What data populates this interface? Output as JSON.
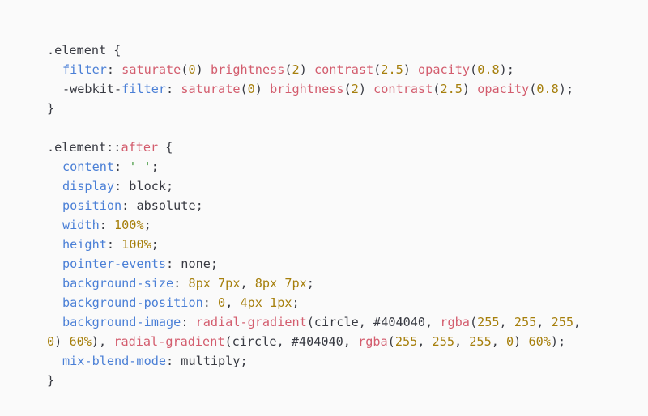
{
  "lines": [
    [
      {
        "t": ".element {",
        "k": "txt"
      }
    ],
    [
      {
        "t": "filter",
        "k": "prop"
      },
      {
        "t": ": ",
        "k": "txt"
      },
      {
        "t": "saturate",
        "k": "fn"
      },
      {
        "t": "(",
        "k": "txt"
      },
      {
        "t": "0",
        "k": "num"
      },
      {
        "t": ") ",
        "k": "txt"
      },
      {
        "t": "brightness",
        "k": "fn"
      },
      {
        "t": "(",
        "k": "txt"
      },
      {
        "t": "2",
        "k": "num"
      },
      {
        "t": ") ",
        "k": "txt"
      },
      {
        "t": "contrast",
        "k": "fn"
      },
      {
        "t": "(",
        "k": "txt"
      },
      {
        "t": "2.5",
        "k": "num"
      },
      {
        "t": ") ",
        "k": "txt"
      },
      {
        "t": "opacity",
        "k": "fn"
      },
      {
        "t": "(",
        "k": "txt"
      },
      {
        "t": "0.8",
        "k": "num"
      },
      {
        "t": ");",
        "k": "txt"
      }
    ],
    [
      {
        "t": "-webkit-",
        "k": "txt"
      },
      {
        "t": "filter",
        "k": "prop"
      },
      {
        "t": ": ",
        "k": "txt"
      },
      {
        "t": "saturate",
        "k": "fn"
      },
      {
        "t": "(",
        "k": "txt"
      },
      {
        "t": "0",
        "k": "num"
      },
      {
        "t": ") ",
        "k": "txt"
      },
      {
        "t": "brightness",
        "k": "fn"
      },
      {
        "t": "(",
        "k": "txt"
      },
      {
        "t": "2",
        "k": "num"
      },
      {
        "t": ") ",
        "k": "txt"
      },
      {
        "t": "contrast",
        "k": "fn"
      },
      {
        "t": "(",
        "k": "txt"
      },
      {
        "t": "2.5",
        "k": "num"
      },
      {
        "t": ") ",
        "k": "txt"
      },
      {
        "t": "opacity",
        "k": "fn"
      },
      {
        "t": "(",
        "k": "txt"
      },
      {
        "t": "0.8",
        "k": "num"
      },
      {
        "t": ");",
        "k": "txt"
      }
    ],
    [
      {
        "t": "}",
        "k": "txt"
      }
    ],
    [],
    [
      {
        "t": ".element::",
        "k": "txt"
      },
      {
        "t": "after",
        "k": "fn"
      },
      {
        "t": " {",
        "k": "txt"
      }
    ],
    [
      {
        "t": "content",
        "k": "prop"
      },
      {
        "t": ": ",
        "k": "txt"
      },
      {
        "t": "' '",
        "k": "str"
      },
      {
        "t": ";",
        "k": "txt"
      }
    ],
    [
      {
        "t": "display",
        "k": "prop"
      },
      {
        "t": ": block;",
        "k": "txt"
      }
    ],
    [
      {
        "t": "position",
        "k": "prop"
      },
      {
        "t": ": absolute;",
        "k": "txt"
      }
    ],
    [
      {
        "t": "width",
        "k": "prop"
      },
      {
        "t": ": ",
        "k": "txt"
      },
      {
        "t": "100%",
        "k": "num"
      },
      {
        "t": ";",
        "k": "txt"
      }
    ],
    [
      {
        "t": "height",
        "k": "prop"
      },
      {
        "t": ": ",
        "k": "txt"
      },
      {
        "t": "100%",
        "k": "num"
      },
      {
        "t": ";",
        "k": "txt"
      }
    ],
    [
      {
        "t": "pointer-events",
        "k": "prop"
      },
      {
        "t": ": none;",
        "k": "txt"
      }
    ],
    [
      {
        "t": "background-size",
        "k": "prop"
      },
      {
        "t": ": ",
        "k": "txt"
      },
      {
        "t": "8px 7px",
        "k": "num"
      },
      {
        "t": ", ",
        "k": "txt"
      },
      {
        "t": "8px 7px",
        "k": "num"
      },
      {
        "t": ";",
        "k": "txt"
      }
    ],
    [
      {
        "t": "background-position",
        "k": "prop"
      },
      {
        "t": ": ",
        "k": "txt"
      },
      {
        "t": "0",
        "k": "num"
      },
      {
        "t": ", ",
        "k": "txt"
      },
      {
        "t": "4px 1px",
        "k": "num"
      },
      {
        "t": ";",
        "k": "txt"
      }
    ],
    [
      {
        "t": "background-image",
        "k": "prop"
      },
      {
        "t": ": ",
        "k": "txt"
      },
      {
        "t": "radial-gradient",
        "k": "fn"
      },
      {
        "t": "(circle, #404040, ",
        "k": "txt"
      },
      {
        "t": "rgba",
        "k": "fn"
      },
      {
        "t": "(",
        "k": "txt"
      },
      {
        "t": "255",
        "k": "num"
      },
      {
        "t": ", ",
        "k": "txt"
      },
      {
        "t": "255",
        "k": "num"
      },
      {
        "t": ", ",
        "k": "txt"
      },
      {
        "t": "255",
        "k": "num"
      },
      {
        "t": ",",
        "k": "txt"
      }
    ],
    [
      {
        "t": "0",
        "k": "num"
      },
      {
        "t": ") ",
        "k": "txt"
      },
      {
        "t": "60%",
        "k": "num"
      },
      {
        "t": "), ",
        "k": "txt"
      },
      {
        "t": "radial-gradient",
        "k": "fn"
      },
      {
        "t": "(circle, #404040, ",
        "k": "txt"
      },
      {
        "t": "rgba",
        "k": "fn"
      },
      {
        "t": "(",
        "k": "txt"
      },
      {
        "t": "255",
        "k": "num"
      },
      {
        "t": ", ",
        "k": "txt"
      },
      {
        "t": "255",
        "k": "num"
      },
      {
        "t": ", ",
        "k": "txt"
      },
      {
        "t": "255",
        "k": "num"
      },
      {
        "t": ", ",
        "k": "txt"
      },
      {
        "t": "0",
        "k": "num"
      },
      {
        "t": ") ",
        "k": "txt"
      },
      {
        "t": "60%",
        "k": "num"
      },
      {
        "t": ");",
        "k": "txt"
      }
    ],
    [
      {
        "t": "mix-blend-mode",
        "k": "prop"
      },
      {
        "t": ": multiply;",
        "k": "txt"
      }
    ],
    [
      {
        "t": "}",
        "k": "txt"
      }
    ]
  ]
}
